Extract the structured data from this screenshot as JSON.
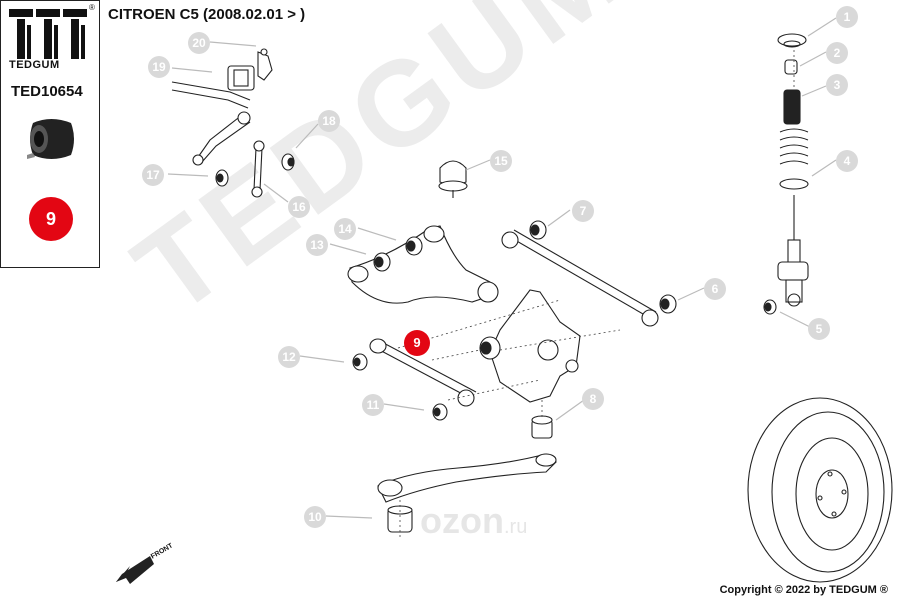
{
  "header": {
    "title": "CITROEN C5  (2008.02.01 > )",
    "copyright": "Copyright © 2022 by TEDGUM ®"
  },
  "sidebar": {
    "brand": "TEDGUM",
    "registered": "®",
    "part_number": "TED10654",
    "part_icon": "bushing-icon",
    "position_number": "9"
  },
  "watermarks": {
    "brand": "TEDGUM",
    "site": "ozon",
    "site_suffix": ".ru"
  },
  "front_label": "FRONT",
  "callouts": [
    "1",
    "2",
    "3",
    "4",
    "5",
    "6",
    "7",
    "8",
    "9",
    "10",
    "11",
    "12",
    "13",
    "14",
    "15",
    "16",
    "17",
    "18",
    "19",
    "20"
  ],
  "highlighted_callout": "9",
  "colors": {
    "highlight": "#e30613",
    "callout": "#d9d9d9",
    "line": "#222222"
  }
}
